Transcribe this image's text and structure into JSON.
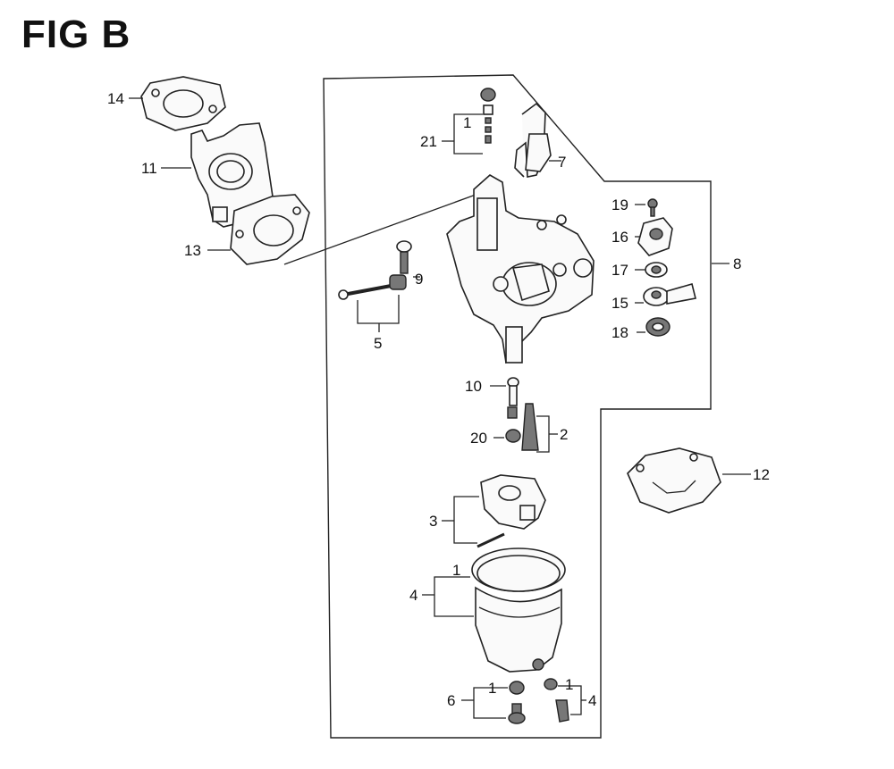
{
  "title": "FIG B",
  "parts": {
    "p1_top": "1",
    "p21": "21",
    "p7": "7",
    "p19": "19",
    "p16": "16",
    "p17": "17",
    "p15": "15",
    "p18": "18",
    "p8": "8",
    "p14": "14",
    "p11": "11",
    "p13": "13",
    "p9": "9",
    "p5": "5",
    "p10": "10",
    "p20": "20",
    "p2": "2",
    "p12": "12",
    "p3": "3",
    "p1_bowl": "1",
    "p4_bowl": "4",
    "p6": "6",
    "p1_left": "1",
    "p1_right": "1",
    "p4_right": "4"
  }
}
